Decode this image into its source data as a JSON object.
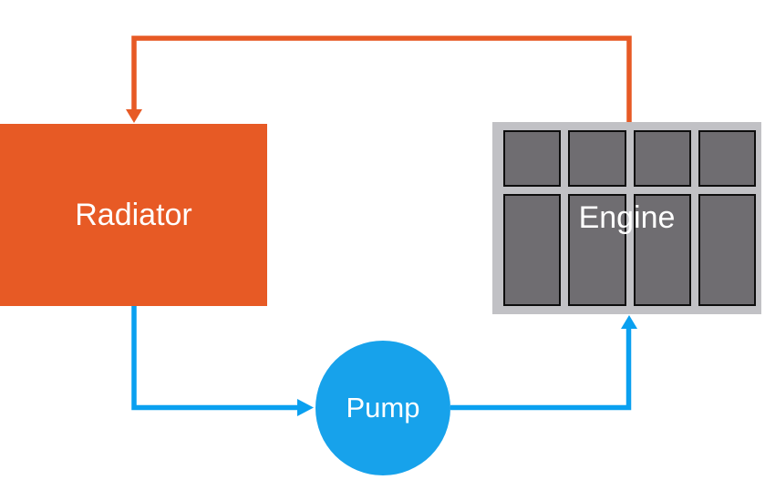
{
  "diagram": {
    "description": "Engine cooling system flow diagram"
  },
  "nodes": {
    "radiator": {
      "label": "Radiator",
      "shape": "rectangle"
    },
    "engine": {
      "label": "Engine",
      "shape": "block",
      "grid": {
        "rows": 2,
        "columns": 4
      }
    },
    "pump": {
      "label": "Pump",
      "shape": "circle"
    }
  },
  "flows": [
    {
      "name": "hot-coolant",
      "from": "engine",
      "to": "radiator",
      "color_key": "hot_flow"
    },
    {
      "name": "cool-coolant",
      "from": "radiator",
      "to": "pump",
      "color_key": "cool_flow"
    },
    {
      "name": "cool-coolant",
      "from": "pump",
      "to": "engine",
      "color_key": "cool_flow"
    }
  ],
  "colors": {
    "hot_flow": "#E75A25",
    "cool_flow": "#0AA0F0",
    "radiator_fill": "#E75A25",
    "pump_fill": "#17A2EB",
    "engine_body": "#C1C1C5",
    "engine_cell": "#6F6D71",
    "engine_cell_border": "#0D0D0D",
    "label_text": "#FFFFFF",
    "background": "#FFFFFF"
  }
}
